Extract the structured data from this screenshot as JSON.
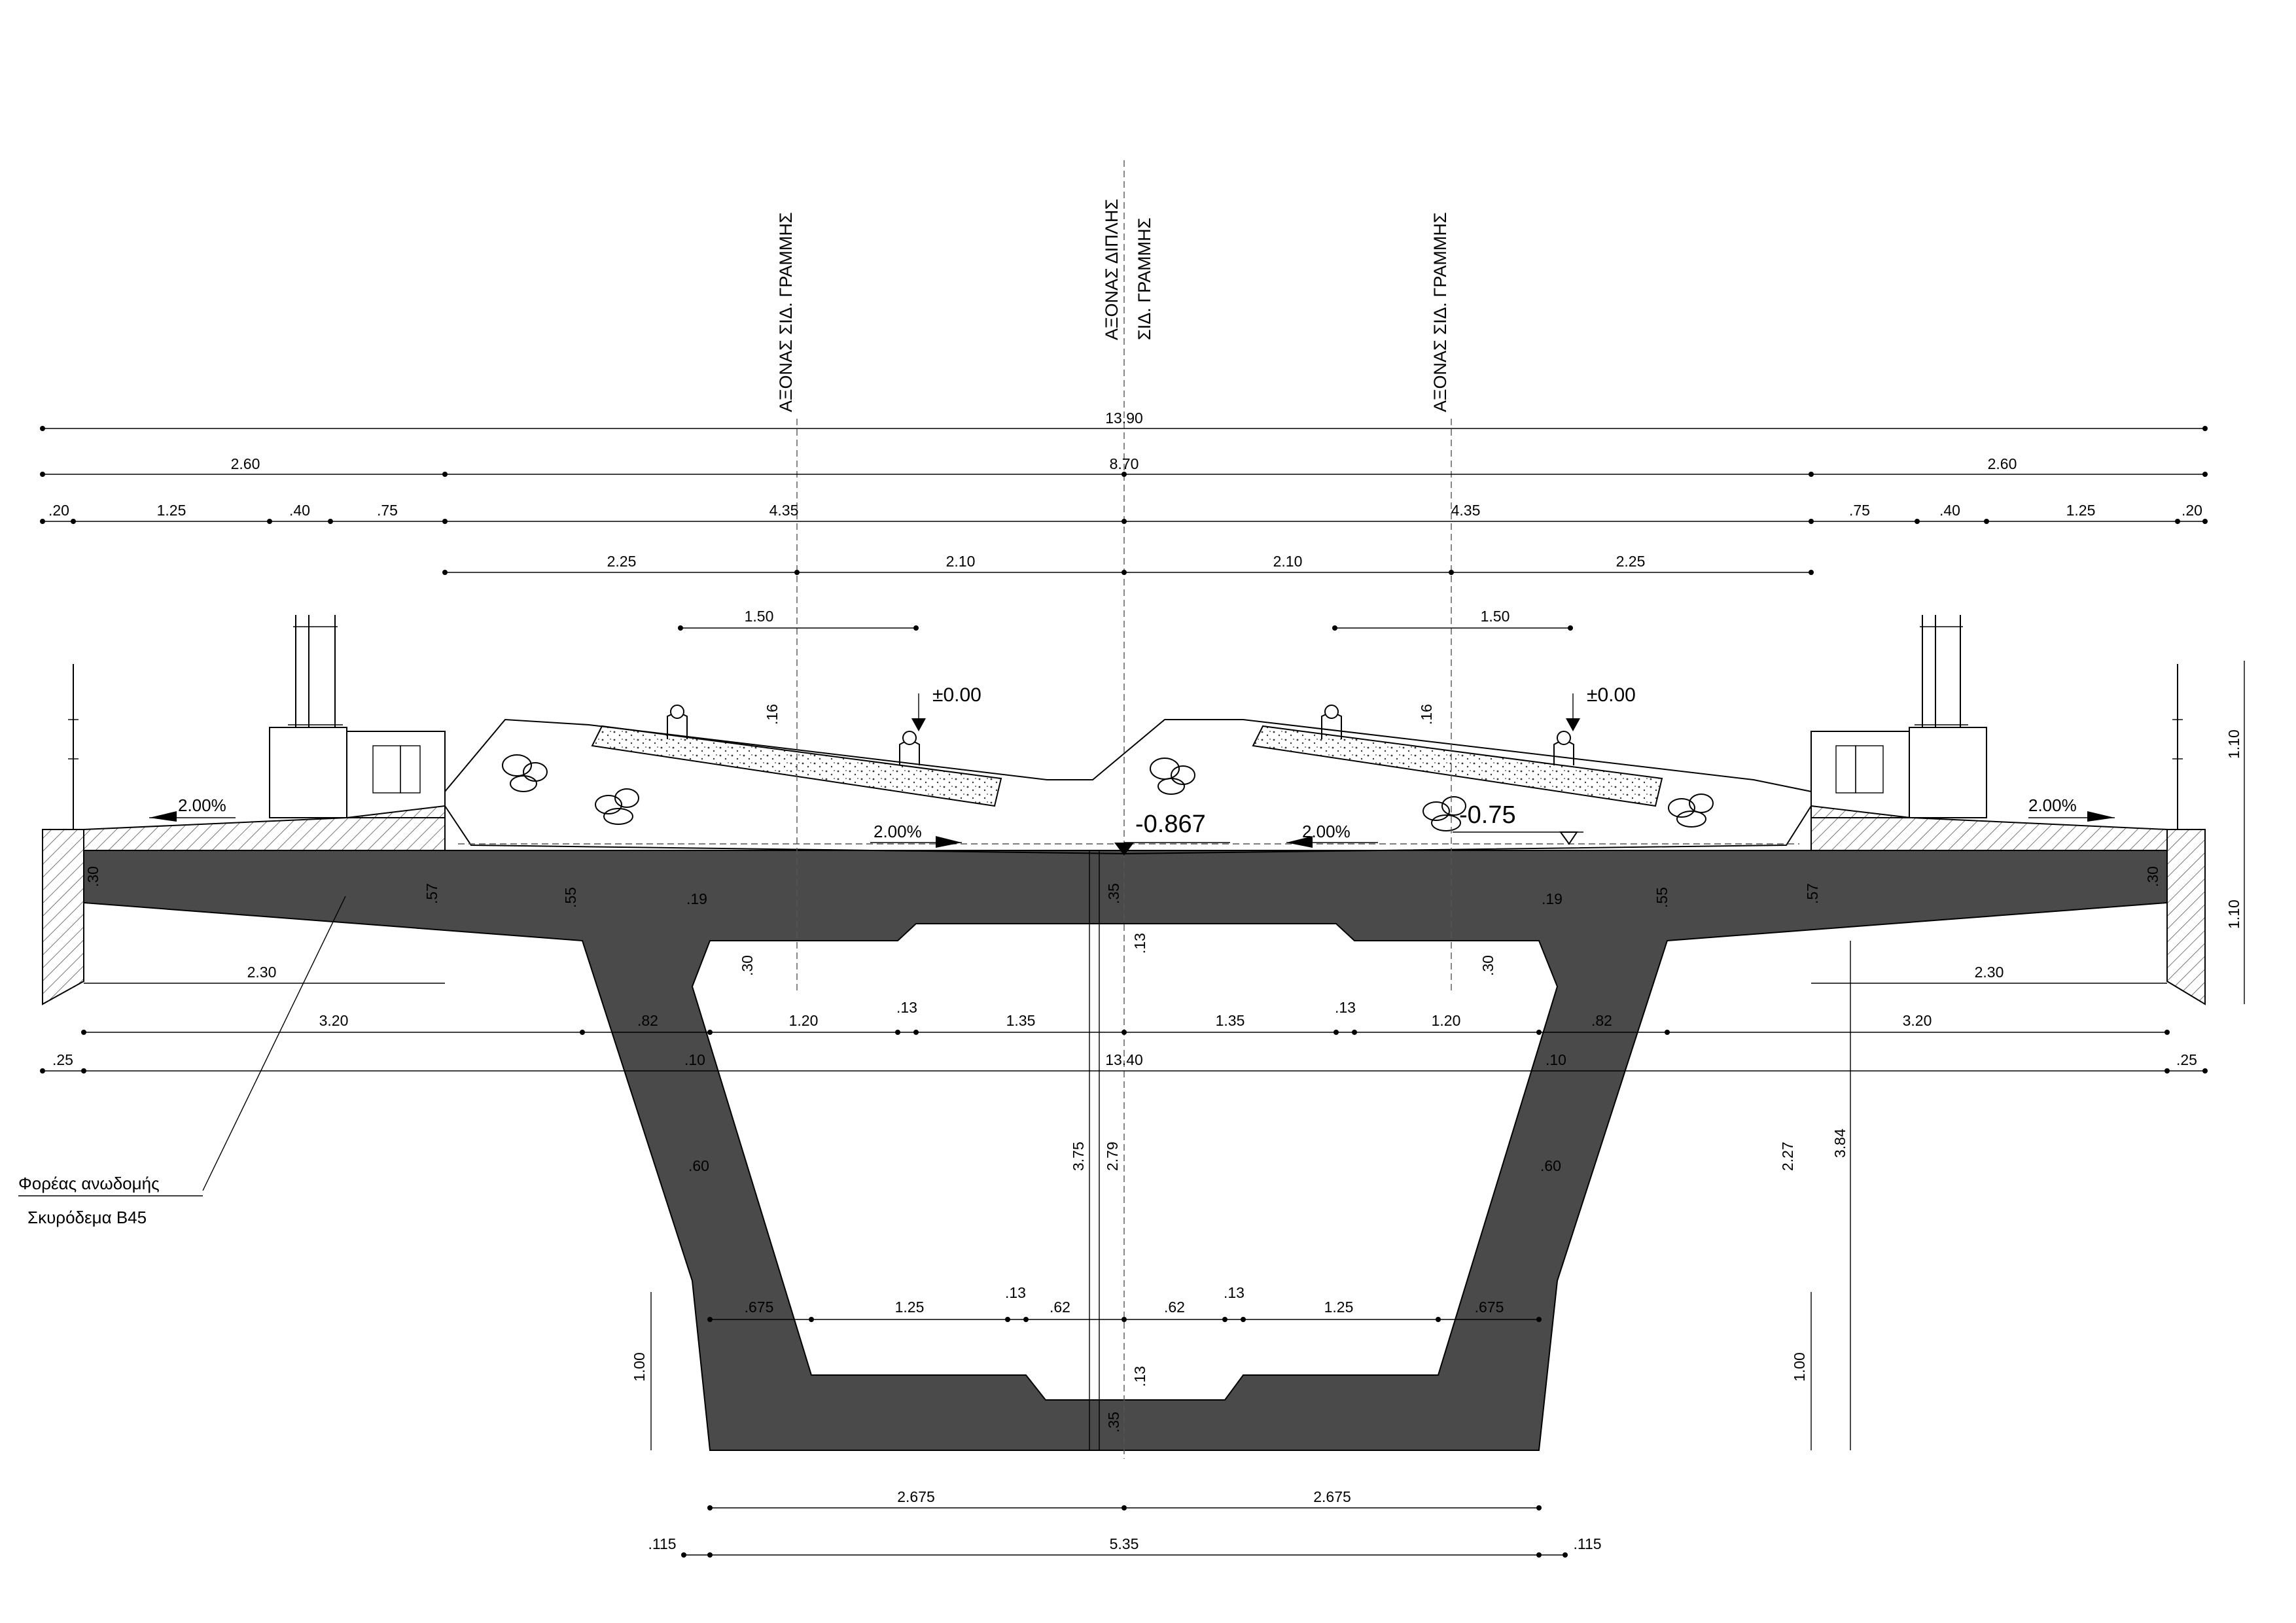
{
  "axes": {
    "left": "ΑΞΟΝΑΣ ΣΙΔ. ΓΡΑΜΜΗΣ",
    "center_line1": "ΑΞΟΝΑΣ ΔΙΠΛΗΣ",
    "center_line2": "ΣΙΔ. ΓΡΑΜΜΗΣ",
    "right": "ΑΞΟΝΑΣ ΣΙΔ. ΓΡΑΜΜΗΣ"
  },
  "elevations": {
    "rail_left": "±0.00",
    "rail_right": "±0.00",
    "deck_center": "-0.867",
    "deck_right": "-0.75"
  },
  "slopes": {
    "left_walkway": "2.00%",
    "right_walkway": "2.00%",
    "deck_left": "2.00%",
    "deck_right": "2.00%"
  },
  "note": {
    "line1": "Φορέας ανωδομής",
    "line2": "Σκυρόδεμα Β45"
  },
  "dims": {
    "total_width": "13.90",
    "side_left": "2.60",
    "middle": "8.70",
    "side_right": "2.60",
    "r3_a": ".20",
    "r3_b": "1.25",
    "r3_c": ".40",
    "r3_d": ".75",
    "r3_e": "4.35",
    "r3_f": "4.35",
    "r3_g": ".75",
    "r3_h": ".40",
    "r3_i": "1.25",
    "r3_j": ".20",
    "r4_a": "2.25",
    "r4_b": "2.10",
    "r4_c": "2.10",
    "r4_d": "2.25",
    "gauge_left": "1.50",
    "gauge_right": "1.50",
    "rail_h_left": ".16",
    "rail_h_right": ".16",
    "right_h_top": "1.10",
    "right_h_bot": "1.10",
    "edge_left": ".30",
    "edge_right": ".30",
    "cant_root_left": ".57",
    "cant_root_right": ".57",
    "web_top_left": ".55",
    "web_top_right": ".55",
    "top_slab": ".35",
    "haunch_w_left": ".19",
    "haunch_w_right": ".19",
    "haunch_h_left": ".30",
    "haunch_h_right": ".30",
    "top_chamfer": ".13",
    "cant_len_left": "2.30",
    "cant_len_right": "2.30",
    "r_a": "3.20",
    "r_b": ".82",
    "r_c": "1.20",
    "r_d": ".13",
    "r_e": "1.35",
    "r_f": "1.35",
    "r_g": ".13",
    "r_h": "1.20",
    "r_i": ".82",
    "r_j": "3.20",
    "w_left": ".25",
    "w_total": "13.40",
    "w_right": ".25",
    "off_left": ".10",
    "off_right": ".10",
    "web_t_left": ".60",
    "web_t_right": ".60",
    "h_total": "3.75",
    "h_inner": "2.79",
    "h_right1": "2.27",
    "h_right2": "3.84",
    "b_a": ".675",
    "b_b": "1.25",
    "b_c": ".13",
    "b_d": ".62",
    "b_e": ".62",
    "b_f": ".13",
    "b_g": "1.25",
    "b_h": ".675",
    "bot_chamfer": ".13",
    "bot_slab": ".35",
    "bot_h_left": "1.00",
    "bot_h_right": "1.00",
    "half_left": "2.675",
    "half_right": "2.675",
    "base_off_left": ".115",
    "base_width": "5.35",
    "base_off_right": ".115"
  }
}
